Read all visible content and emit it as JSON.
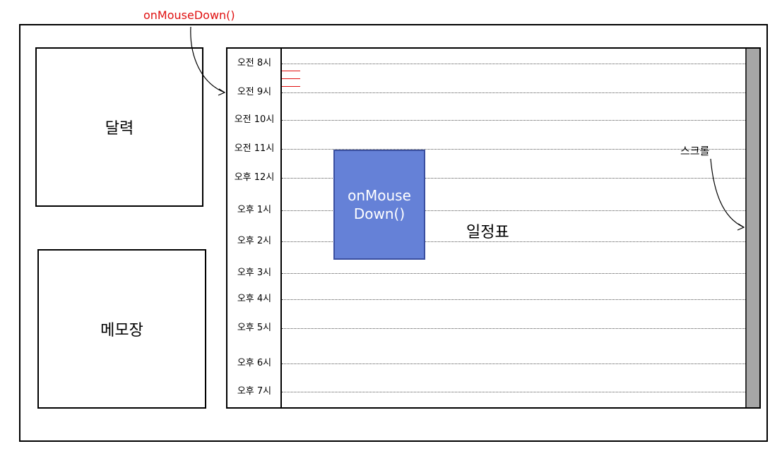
{
  "annotations": {
    "mouse_down_label": "onMouseDown()",
    "scroll_label": "스크롤"
  },
  "panels": {
    "calendar": "달력",
    "memo": "메모장",
    "schedule": "일정표"
  },
  "event": {
    "line1": "onMouse",
    "line2": "Down()",
    "color": "#6581d7"
  },
  "time_slots": [
    "오전 8시",
    "오전 9시",
    "오전 10시",
    "오전 11시",
    "오후 12시",
    "오후 1시",
    "오후 2시",
    "오후 3시",
    "오후 4시",
    "오후 5시",
    "오후 6시",
    "오후 7시"
  ],
  "colors": {
    "annotation": "#e01010",
    "scrollbar": "#a6a6a6"
  }
}
